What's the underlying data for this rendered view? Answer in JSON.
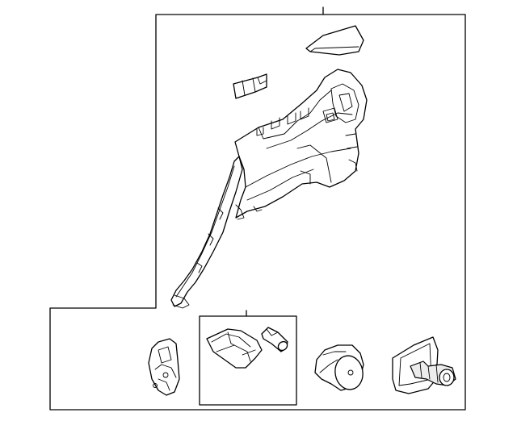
{
  "diagram": {
    "callout_labels": [],
    "parts": [
      "quarter-trim-panel",
      "trim-clip",
      "trim-cover-pad",
      "jack-tool-tray",
      "plug",
      "tie-down-hook",
      "jack-holder",
      "jack"
    ]
  }
}
